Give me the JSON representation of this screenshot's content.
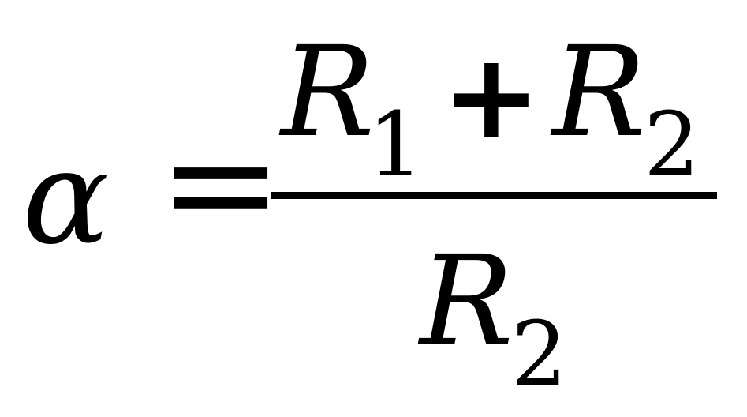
{
  "formula": {
    "lhs": "α",
    "equals": "=",
    "numerator": {
      "term1": {
        "base": "R",
        "subscript": "1"
      },
      "operator": "+",
      "term2": {
        "base": "R",
        "subscript": "2"
      }
    },
    "denominator": {
      "term": {
        "base": "R",
        "subscript": "2"
      }
    }
  }
}
